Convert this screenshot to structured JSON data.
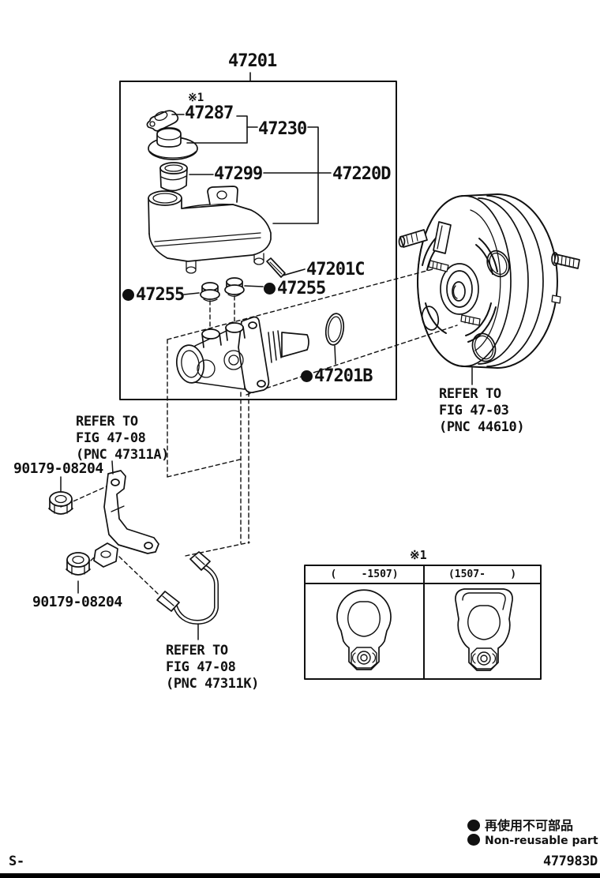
{
  "page": {
    "footer_prefix": "S-",
    "footer_code": "477983D"
  },
  "callouts": {
    "main": "47201",
    "note": "※1",
    "p47287": "47287",
    "p47230": "47230",
    "p47299": "47299",
    "p47220d": "47220D",
    "p47201c": "47201C",
    "p47255": "47255",
    "p47201b": "47201B",
    "nut": "90179-08204"
  },
  "refs": {
    "booster": [
      "REFER TO",
      "FIG 47-03",
      "(PNC 44610)"
    ],
    "bracket": [
      "REFER TO",
      "FIG 47-08",
      "(PNC 47311A)"
    ],
    "tube": [
      "REFER TO",
      "FIG 47-08",
      "(PNC 47311K)"
    ]
  },
  "variant_table": {
    "note": "※1",
    "col_left": "(    -1507)",
    "col_right": "(1507-    )"
  },
  "legend": {
    "jp": "再使用不可部品",
    "en": "Non-reusable part"
  },
  "colors": {
    "ink": "#111111",
    "paper": "#ffffff"
  }
}
